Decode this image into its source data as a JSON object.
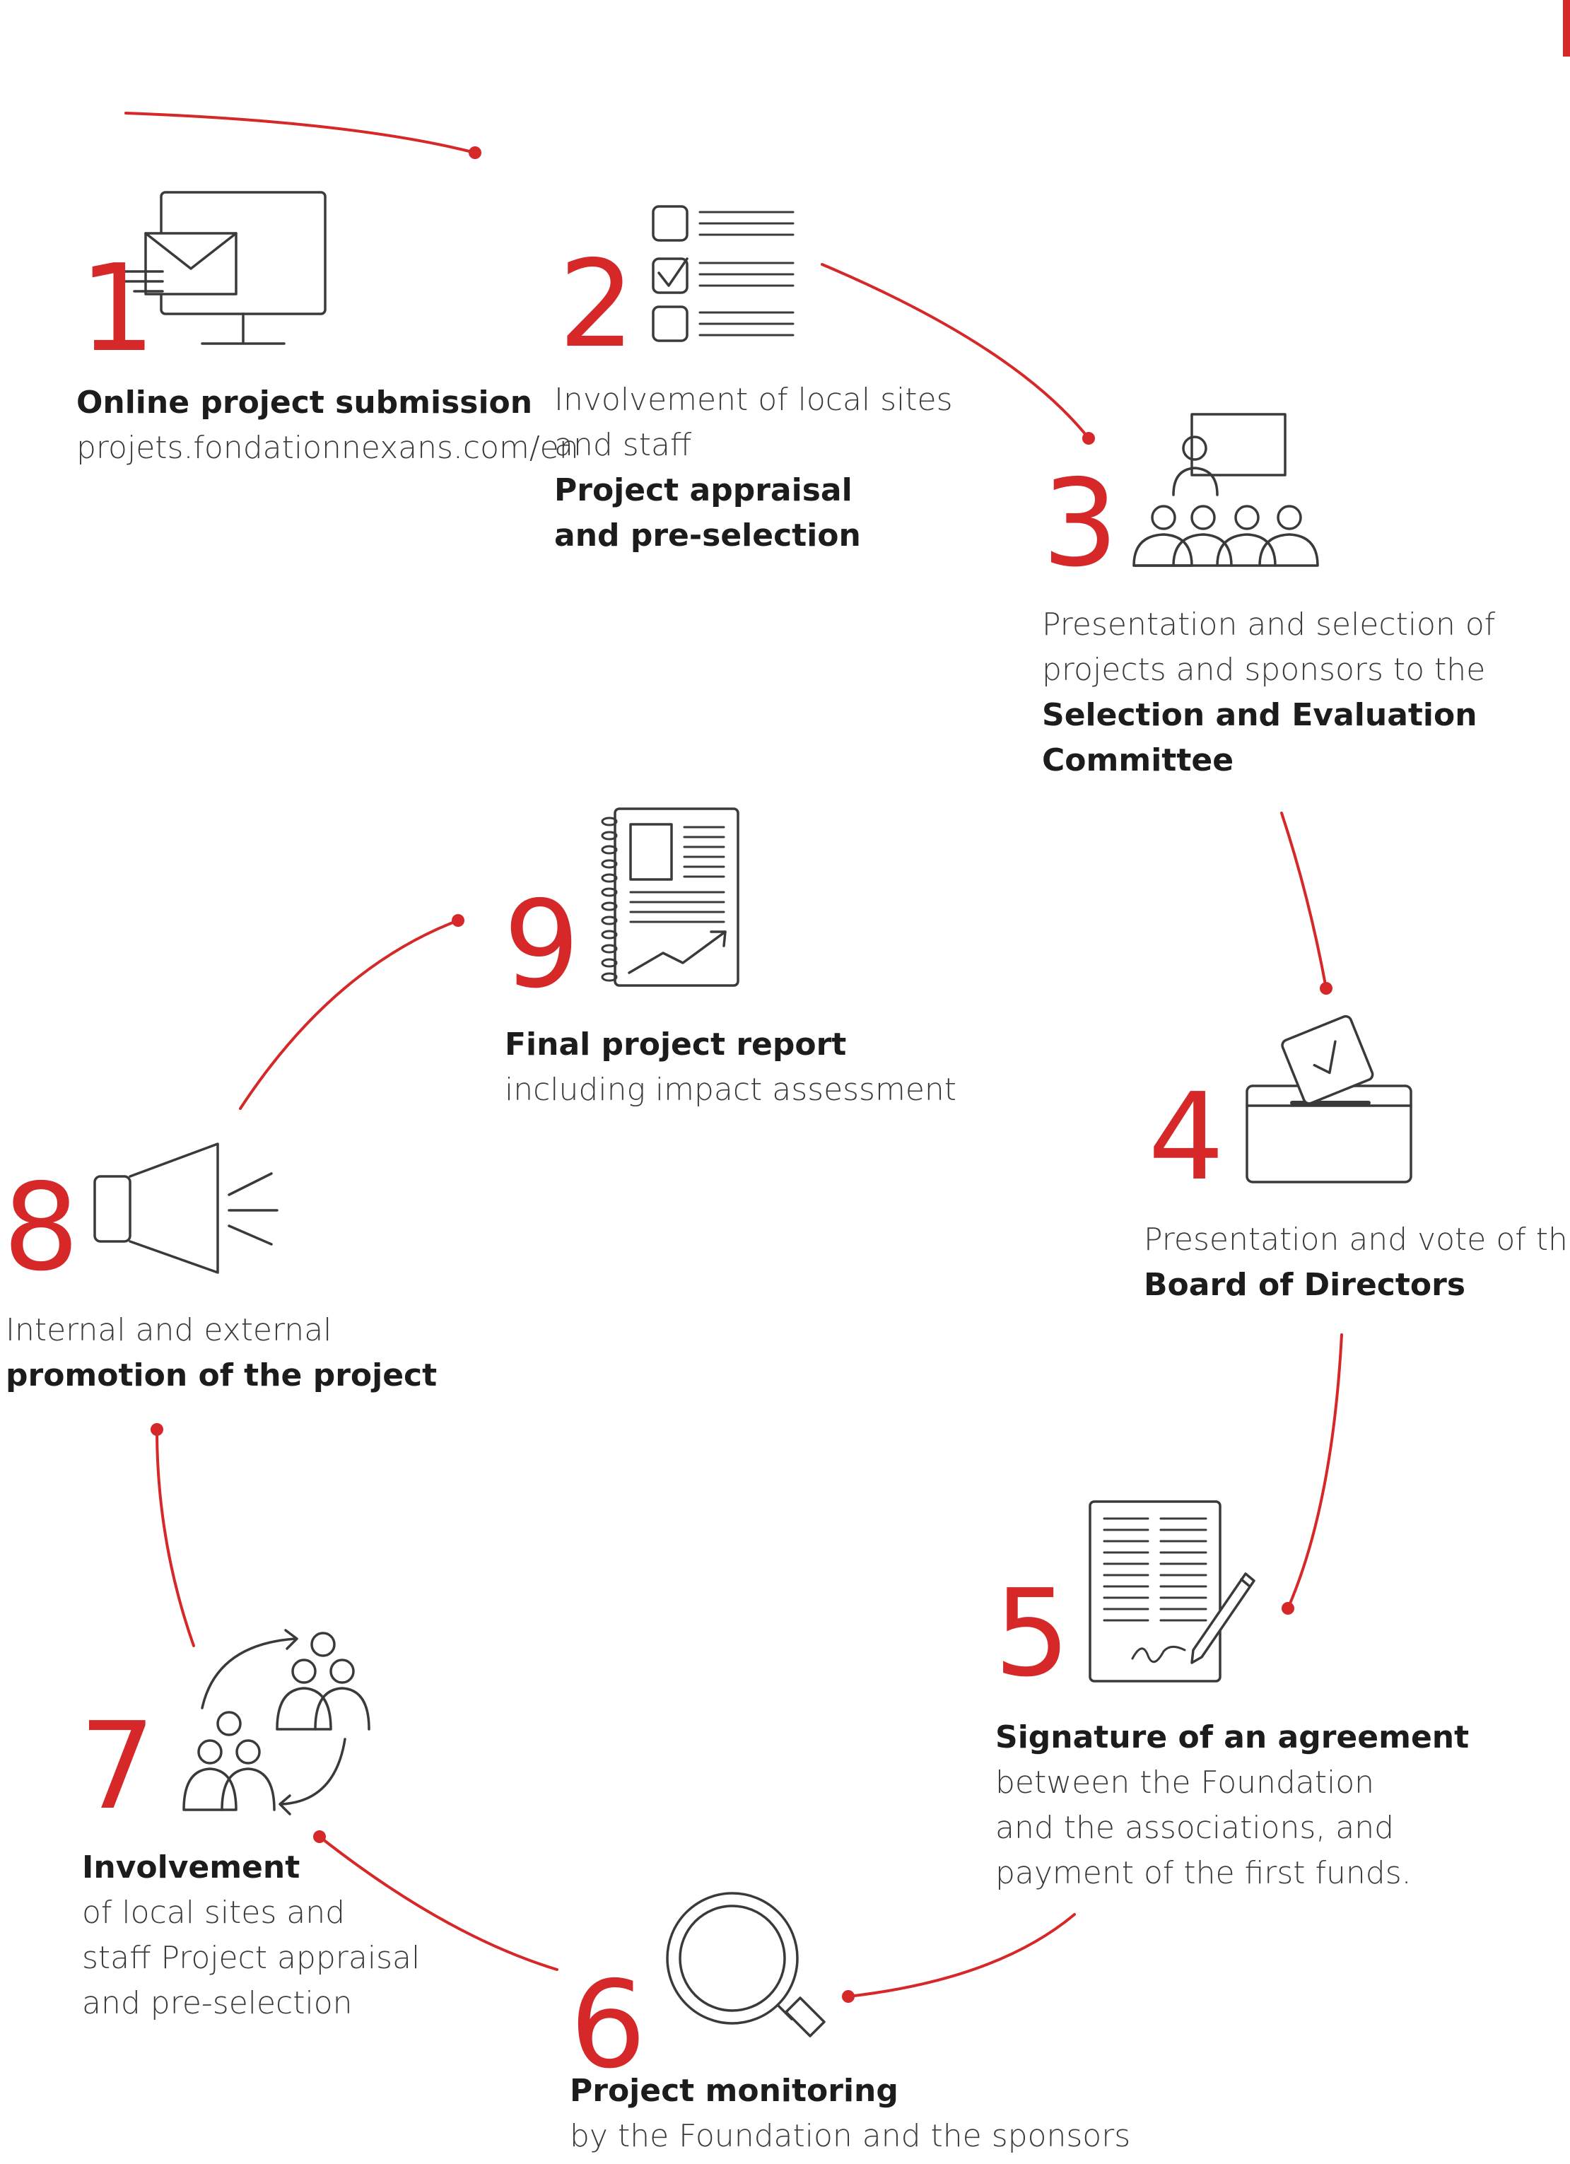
{
  "colors": {
    "accent": "#d62828",
    "text": "#2b2b2b",
    "icon_stroke": "#3a3a3a"
  },
  "steps": [
    {
      "num": "1",
      "icon": "monitor-mail-icon",
      "line1": "Online project submission",
      "line2": "projets.fondationnexans.com/en"
    },
    {
      "num": "2",
      "icon": "checklist-icon",
      "line1": "Involvement of local sites",
      "line2": "and staff",
      "line3": "Project appraisal",
      "line4": "and pre-selection"
    },
    {
      "num": "3",
      "icon": "presentation-audience-icon",
      "line1": "Presentation and selection of",
      "line2": "projects and sponsors to the",
      "line3": "Selection and Evaluation",
      "line4": "Committee"
    },
    {
      "num": "4",
      "icon": "ballot-box-icon",
      "line1": "Presentation and vote of the",
      "line2": "Board of Directors"
    },
    {
      "num": "5",
      "icon": "signed-contract-icon",
      "line1": "Signature of an agreement",
      "line2": "between the Foundation",
      "line3": "and the associations, and",
      "line4": "payment of the first funds."
    },
    {
      "num": "6",
      "icon": "magnifier-icon",
      "line1": "Project monitoring",
      "line2": "by the Foundation and the sponsors"
    },
    {
      "num": "7",
      "icon": "people-exchange-icon",
      "line1": "Involvement",
      "line2": "of local sites and",
      "line3": "staff Project appraisal",
      "line4": "and pre-selection"
    },
    {
      "num": "8",
      "icon": "megaphone-icon",
      "line1": "Internal and external",
      "line2": "promotion of the project"
    },
    {
      "num": "9",
      "icon": "report-notebook-icon",
      "line1": "Final project report",
      "line2": "including impact assessment"
    }
  ]
}
